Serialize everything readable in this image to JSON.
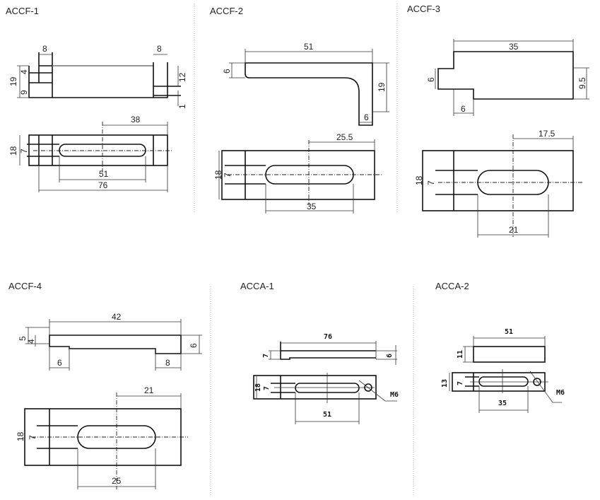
{
  "drawings": [
    {
      "title": "ACCF-1",
      "dims": {
        "a": "8",
        "b": "8",
        "c": "19",
        "d": "4",
        "e": "9",
        "f": "12",
        "g": "1",
        "h": "38",
        "i": "18",
        "j": "7",
        "k": "51",
        "l": "76"
      }
    },
    {
      "title": "ACCF-2",
      "dims": {
        "a": "51",
        "b": "6",
        "c": "19",
        "d": "6",
        "e": "25.5",
        "f": "18",
        "g": "7",
        "h": "35"
      }
    },
    {
      "title": "ACCF-3",
      "dims": {
        "a": "35",
        "b": "6",
        "c": "9.5",
        "d": "6",
        "e": "17.5",
        "f": "18",
        "g": "7",
        "h": "21"
      }
    },
    {
      "title": "ACCF-4",
      "dims": {
        "a": "42",
        "b": "5",
        "c": "4",
        "d": "6",
        "e": "6",
        "f": "8",
        "g": "21",
        "h": "18",
        "i": "7",
        "j": "25"
      }
    },
    {
      "title": "ACCA-1",
      "dims": {
        "a": "76",
        "b": "7",
        "c": "6",
        "d": "18",
        "e": "7",
        "f": "51",
        "thread": "M6"
      }
    },
    {
      "title": "ACCA-2",
      "dims": {
        "a": "51",
        "b": "11",
        "c": "13",
        "d": "7",
        "e": "35",
        "thread": "M6"
      }
    }
  ]
}
